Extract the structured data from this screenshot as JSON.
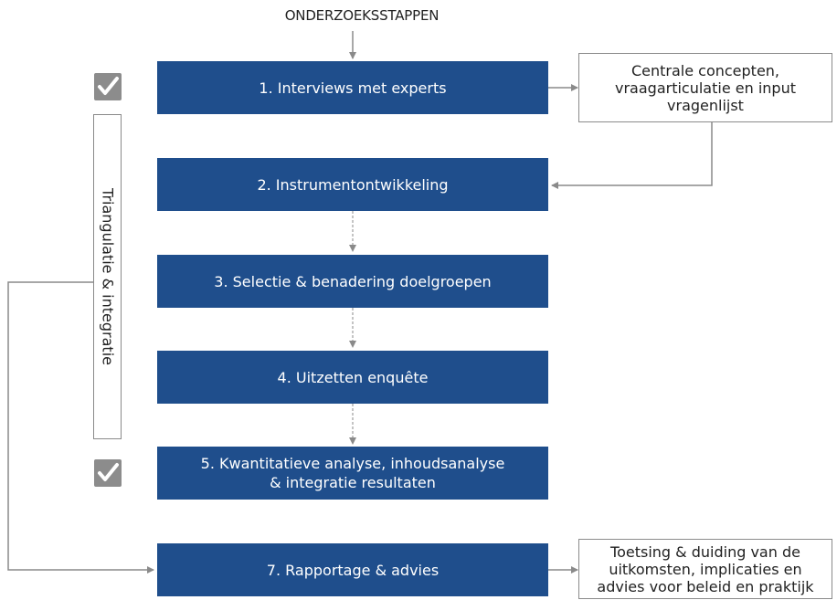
{
  "title": "ONDERZOEKSSTAPPEN",
  "steps": [
    {
      "label": "1.  Interviews met experts"
    },
    {
      "label": "2.  Instrumentontwikkeling"
    },
    {
      "label": "3.  Selectie & benadering doelgroepen"
    },
    {
      "label": "4.  Uitzetten enquête"
    },
    {
      "label": "5.  Kwantitatieve analyse, inhoudsanalyse\n& integratie resultaten"
    },
    {
      "label": "7.  Rapportage & advies"
    }
  ],
  "notes": {
    "step1_output": "Centrale concepten,\nvraagarticulatie en input\nvragenlijst",
    "step7_output": "Toetsing & duiding van de\nuitkomsten, implicaties en\nadvies voor beleid en praktijk"
  },
  "side_label": "Triangulatie & integratie",
  "colors": {
    "step_fill": "#1f4e8c",
    "arrow": "#8a8a8a",
    "check_bg": "#8c8c8c"
  },
  "icons": {
    "check_1": "check-icon",
    "check_5": "check-icon"
  }
}
